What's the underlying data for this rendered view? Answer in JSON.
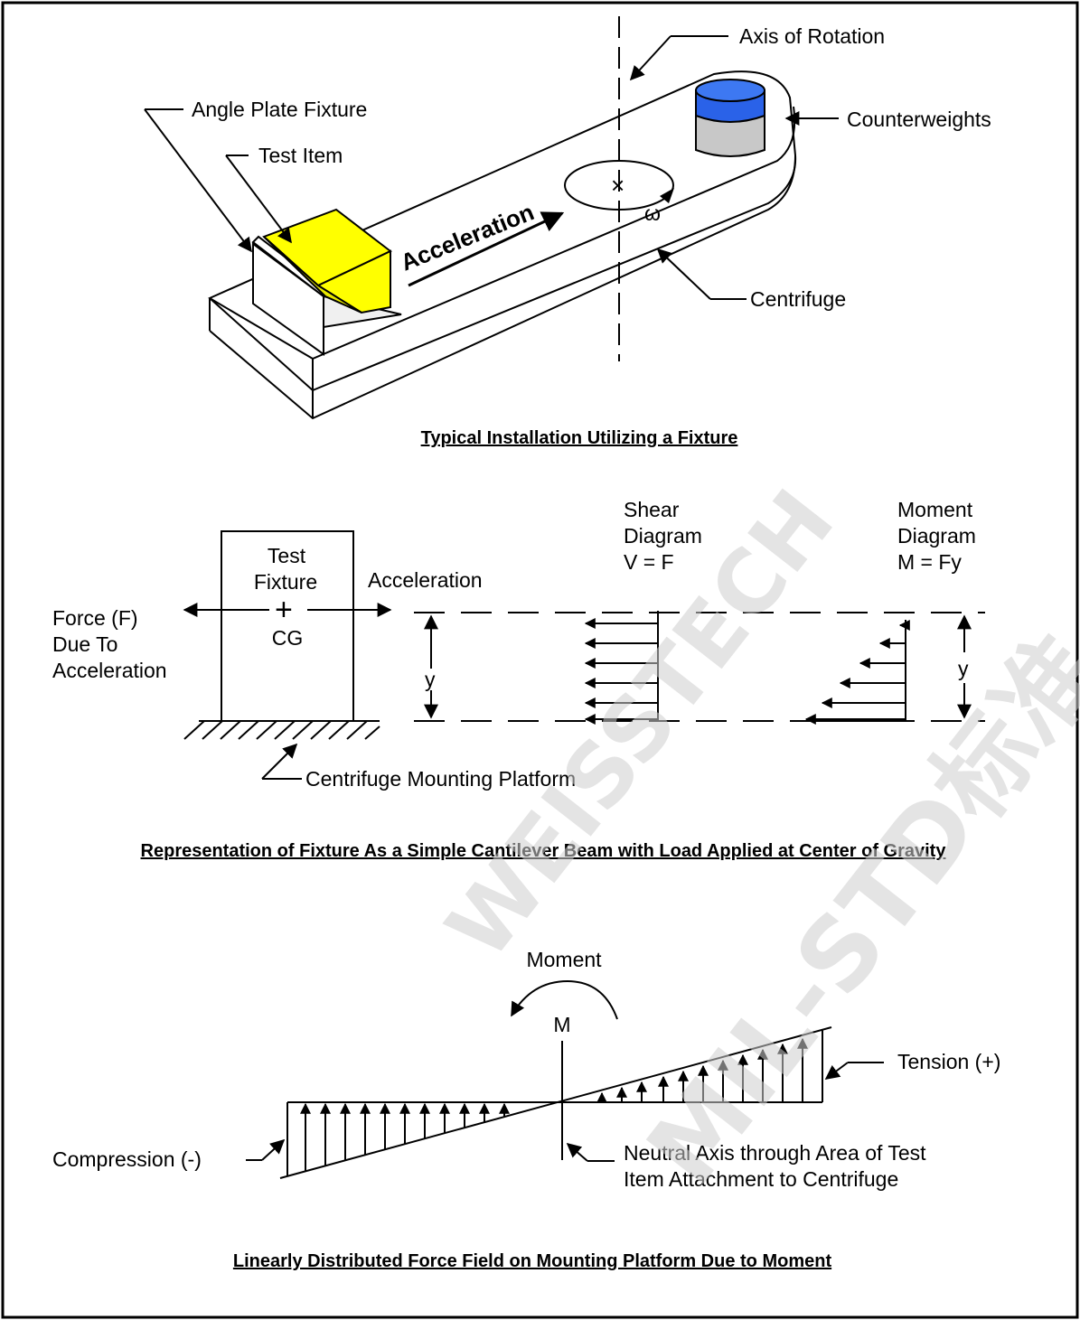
{
  "colors": {
    "fixture_yellow": "#ffff00",
    "weight_blue": "#2a62e8",
    "weight_gray": "#c8c8c8",
    "watermark": "#cfcfcf"
  },
  "panel1": {
    "labels": {
      "axis_of_rotation": "Axis of Rotation",
      "angle_plate_fixture": "Angle Plate Fixture",
      "test_item": "Test Item",
      "counterweights": "Counterweights",
      "acceleration": "Acceleration",
      "omega": "ω",
      "centrifuge": "Centrifuge"
    },
    "caption": "Typical Installation Utilizing a Fixture"
  },
  "panel2": {
    "labels": {
      "test": "Test",
      "fixture": "Fixture",
      "cg": "CG",
      "acceleration": "Acceleration",
      "force_line1": "Force (F)",
      "force_line2": "Due To",
      "force_line3": "Acceleration",
      "y_left": "y",
      "y_right": "y",
      "shear_line1": "Shear",
      "shear_line2": "Diagram",
      "shear_line3": "V = F",
      "moment_line1": "Moment",
      "moment_line2": "Diagram",
      "moment_line3": "M = Fy",
      "platform": "Centrifuge Mounting Platform"
    },
    "caption": "Representation of Fixture As a Simple Cantilever Beam with Load Applied at Center of Gravity"
  },
  "panel3": {
    "labels": {
      "moment": "Moment",
      "m": "M",
      "tension": "Tension (+)",
      "compression": "Compression (-)",
      "neutral_line1": "Neutral Axis through Area of Test",
      "neutral_line2": "Item Attachment to Centrifuge"
    },
    "caption": "Linearly Distributed Force Field on Mounting Platform Due to Moment"
  },
  "watermark": {
    "line1": "WEISSTECH",
    "line2": "MIL-STD标准"
  }
}
